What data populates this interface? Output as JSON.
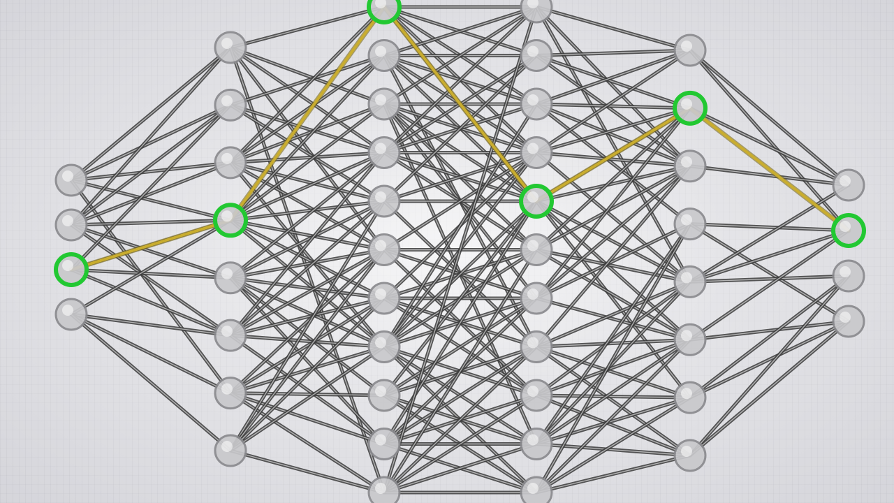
{
  "diagram": {
    "type": "neural-network",
    "layers": [
      {
        "name": "layer-1",
        "node_count": 4
      },
      {
        "name": "layer-2",
        "node_count": 8
      },
      {
        "name": "layer-3",
        "node_count": 11
      },
      {
        "name": "layer-4",
        "node_count": 11
      },
      {
        "name": "layer-5",
        "node_count": 8
      },
      {
        "name": "layer-6",
        "node_count": 4
      }
    ],
    "highlighted_path": [
      {
        "layer": 1,
        "node": 3
      },
      {
        "layer": 2,
        "node": 4
      },
      {
        "layer": 3,
        "node": 1
      },
      {
        "layer": 4,
        "node": 5
      },
      {
        "layer": 5,
        "node": 2
      },
      {
        "layer": 6,
        "node": 2
      }
    ],
    "colors": {
      "edge": "#3a3a3a",
      "edge_inner": "#dcdcdc",
      "highlight_edge": "#c9ad2f",
      "highlight_ring": "#22c832",
      "node_fill": "#c9c9cc",
      "node_stroke": "#8a8a8e"
    }
  }
}
